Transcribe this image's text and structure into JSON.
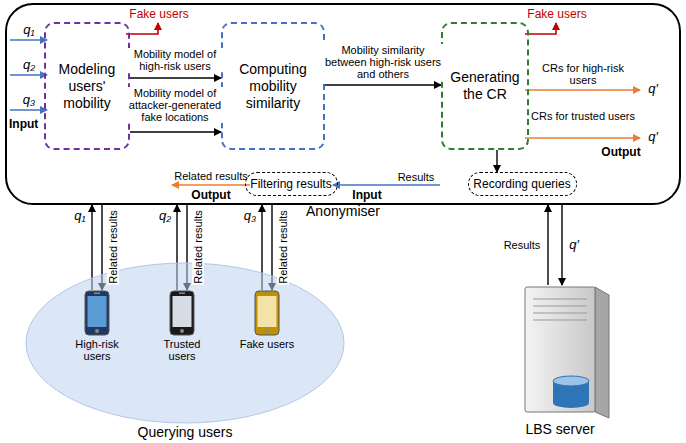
{
  "diagram": {
    "nodes": [
      {
        "text": [
          "Anonymiser"
        ]
      },
      {
        "text": [
          "Modeling users' mobility"
        ],
        "in": 0
      },
      {
        "text": [
          "Computing mobility similarity"
        ],
        "in": 0
      },
      {
        "text": [
          "Generating the CR"
        ],
        "in": 0
      },
      {
        "text": [
          "Filtering results"
        ],
        "in": 0
      },
      {
        "text": [
          "Recording queries"
        ],
        "in": 0
      },
      {
        "text": [
          "Querying users"
        ]
      },
      {
        "text": [
          "High-risk users"
        ],
        "in": 6
      },
      {
        "text": [
          "Trusted users"
        ],
        "in": 6
      },
      {
        "text": [
          "Fake users"
        ],
        "in": 6
      },
      {
        "text": [
          "LBS server"
        ]
      }
    ],
    "edges": [
      {
        "from": 7,
        "to": 0,
        "arrow": "to",
        "label": "q₁"
      },
      {
        "from": 0,
        "to": 7,
        "arrow": "to",
        "label": "Related results"
      },
      {
        "from": 8,
        "to": 0,
        "arrow": "to",
        "label": "q₂"
      },
      {
        "from": 0,
        "to": 8,
        "arrow": "to",
        "label": "Related results"
      },
      {
        "from": 9,
        "to": 0,
        "arrow": "to",
        "label": "q₃"
      },
      {
        "from": 0,
        "to": 9,
        "arrow": "to",
        "label": "Related results"
      },
      {
        "from": 1,
        "to": 2,
        "arrow": "to",
        "label": "Mobility model of high-risk users"
      },
      {
        "from": 1,
        "to": 2,
        "arrow": "to",
        "label": "Mobility model of attacker-generated fake locations"
      },
      {
        "from": 2,
        "to": 3,
        "arrow": "to",
        "label": "Mobility similarity between high-risk users and others"
      },
      {
        "from": 3,
        "to": 5,
        "arrow": "to"
      },
      {
        "from": 10,
        "to": 0,
        "arrow": "to",
        "label": "Results"
      },
      {
        "from": 0,
        "to": 10,
        "arrow": "to",
        "label": "q′"
      }
    ],
    "labels": [
      "q₁",
      "q₂",
      "q₃",
      "Input",
      "Fake users",
      "Fake users",
      "CRs for high-risk users",
      "q′",
      "CRs for trusted users",
      "q′",
      "Output",
      "Related results",
      "Output",
      "Results",
      "Input"
    ]
  }
}
